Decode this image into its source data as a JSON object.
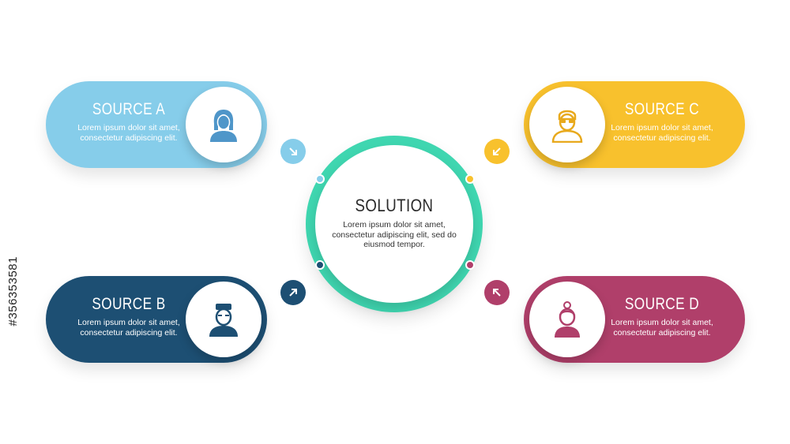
{
  "solution": {
    "title": "SOLUTION",
    "body": "Lorem ipsum dolor sit amet, consectetur adipiscing elit, sed do eiusmod tempor."
  },
  "sources": {
    "a": {
      "title": "SOURCE A",
      "body": "Lorem ipsum dolor sit amet, consectetur adipiscing elit.",
      "color": "#86cdea",
      "icon": "woman-avatar-icon"
    },
    "b": {
      "title": "SOURCE B",
      "body": "Lorem ipsum dolor sit amet, consectetur adipiscing elit.",
      "color": "#1d4f73",
      "icon": "man-avatar-icon"
    },
    "c": {
      "title": "SOURCE C",
      "body": "Lorem ipsum dolor sit amet, consectetur adipiscing elit.",
      "color": "#f8c12d",
      "icon": "man-glasses-avatar-icon"
    },
    "d": {
      "title": "SOURCE D",
      "body": "Lorem ipsum dolor sit amet, consectetur adipiscing elit.",
      "color": "#b03f6a",
      "icon": "woman-bun-avatar-icon"
    }
  },
  "center_color": "#3fd6b0",
  "stock_id": "#356353581"
}
